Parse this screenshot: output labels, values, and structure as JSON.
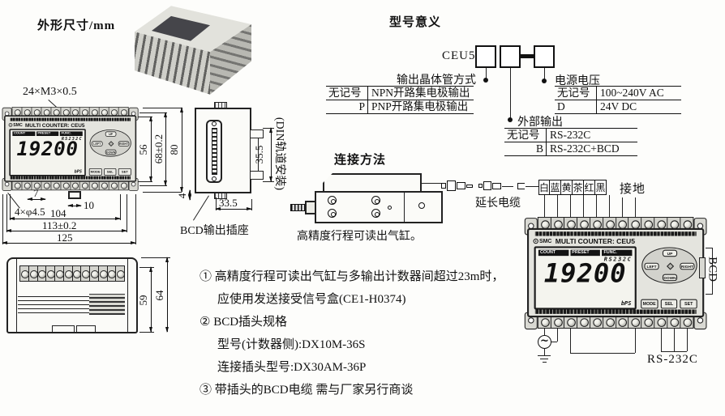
{
  "titles": {
    "dimensions": "外形尺寸/mm",
    "model_meaning": "型号意义",
    "connection": "连接方法"
  },
  "counter": {
    "brand": "SMC",
    "name": "MULTI COUNTER: CEU5",
    "lcd": {
      "count": "COUNT",
      "preset": "PRESET",
      "func": "FUNC.",
      "mode": "RS232C",
      "value": "19200",
      "unit": "bPS"
    },
    "keys": {
      "up": "UP",
      "down": "DOWN",
      "left": "LEFT",
      "right": "RIGHT",
      "mode": "MODE",
      "sel": "SEL",
      "set": "SET"
    }
  },
  "front_view": {
    "thread_label": "24×M3×0.5",
    "holes_label": "4×φ4.5",
    "dim_7": "7",
    "dim_10": "10",
    "dim_104": "104",
    "dim_113": "113±0.2",
    "dim_125": "125",
    "dim_56": "56",
    "dim_68": "68±0.2",
    "dim_80": "80"
  },
  "side_view": {
    "dim_35_5": "35.5",
    "din_note": "(DIN轨道安装)",
    "dim_33_5": "33.5",
    "dim_4": "4",
    "bcd_socket": "BCD输出插座"
  },
  "rear_view": {
    "dim_59": "59",
    "dim_64": "64"
  },
  "model": {
    "base": "CEU5",
    "transistor": {
      "title": "输出晶体管方式",
      "rows": [
        {
          "code": "无记号",
          "desc": "NPN开路集电极输出"
        },
        {
          "code": "P",
          "desc": "PNP开路集电极输出"
        }
      ]
    },
    "voltage": {
      "title": "电源电压",
      "rows": [
        {
          "code": "无记号",
          "desc": "100~240V AC"
        },
        {
          "code": "D",
          "desc": "24V DC"
        }
      ]
    },
    "external": {
      "title": "外部输出",
      "rows": [
        {
          "code": "无记号",
          "desc": "RS-232C"
        },
        {
          "code": "B",
          "desc": "RS-232C+BCD"
        }
      ]
    }
  },
  "connection": {
    "cylinder_caption": "高精度行程可读出气缸。",
    "extension_cable": "延长电缆",
    "wires": [
      "白",
      "蓝",
      "黄",
      "茶",
      "红",
      "黑"
    ],
    "ground": "接地",
    "bcd": "BCD",
    "rs232c": "RS-232C"
  },
  "notes": {
    "n1a": "① 高精度行程可读出气缸与多输出计数器间超过23m时，",
    "n1b": "应使用发送接受信号盒(CE1-H0374)",
    "n2": "② BCD插头规格",
    "n2a": "型号(计数器侧):DX10M-36S",
    "n2b": "连接插头型号:DX30AM-36P",
    "n3": "③ 带插头的BCD电缆 需与厂家另行商谈"
  }
}
